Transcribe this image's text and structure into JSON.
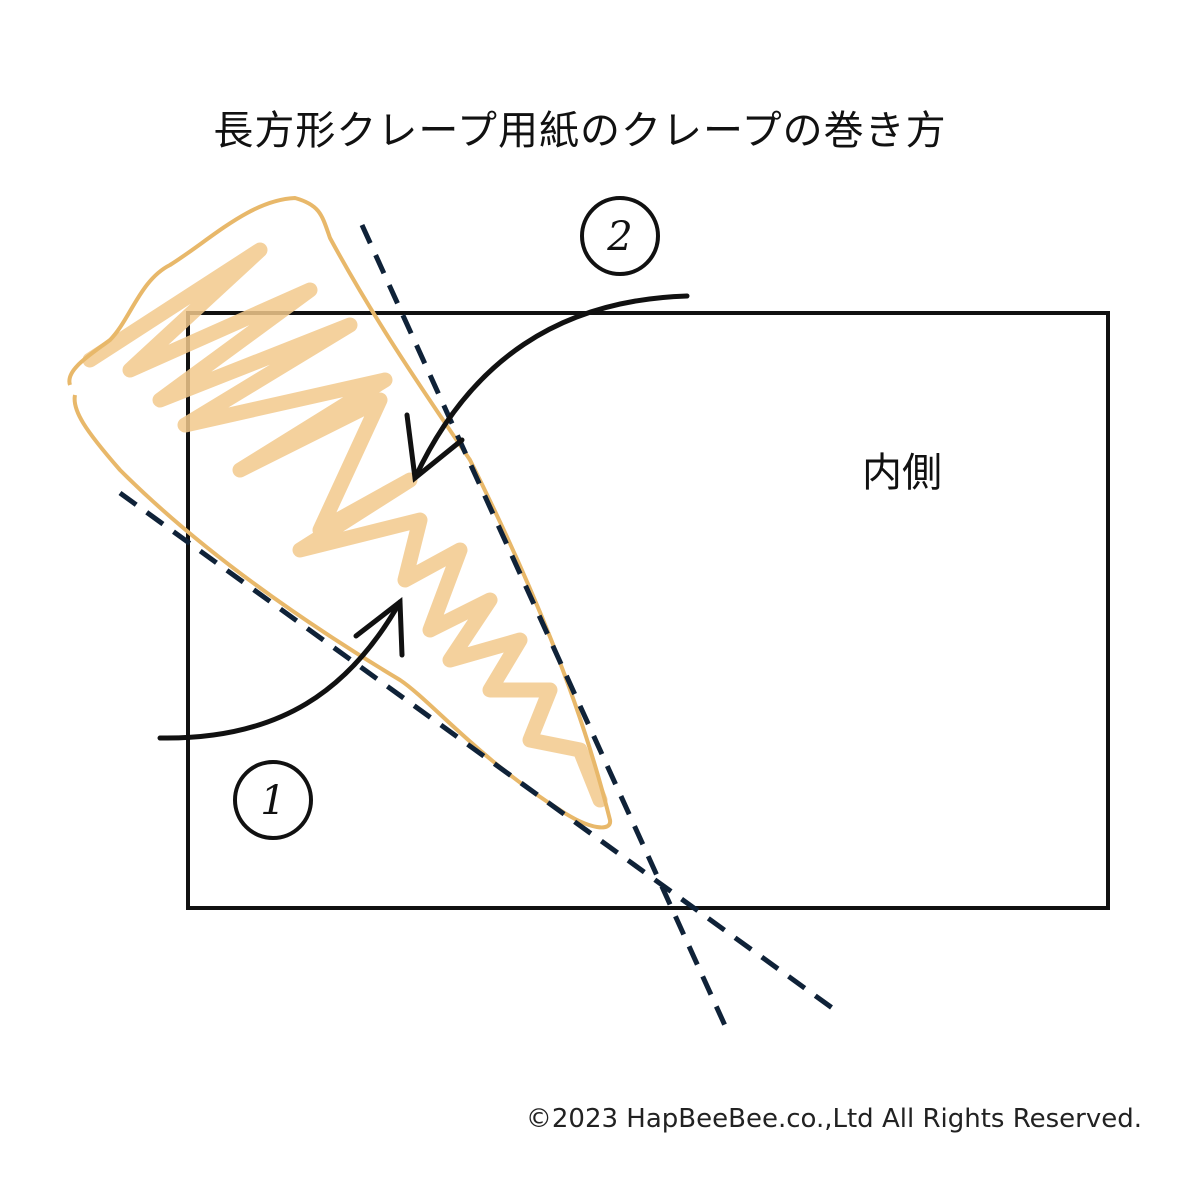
{
  "title": "長方形クレープ用紙のクレープの巻き方",
  "inner_label": "内側",
  "steps": [
    {
      "label": "1"
    },
    {
      "label": "2"
    }
  ],
  "copyright": "©2023 HapBeeBee.co.,Ltd All Rights Reserved.",
  "colors": {
    "crepe_outline": "#e8b86a",
    "crepe_fill": "#f2c98c",
    "fold_lines": "#0f2238",
    "ink": "#111111"
  }
}
